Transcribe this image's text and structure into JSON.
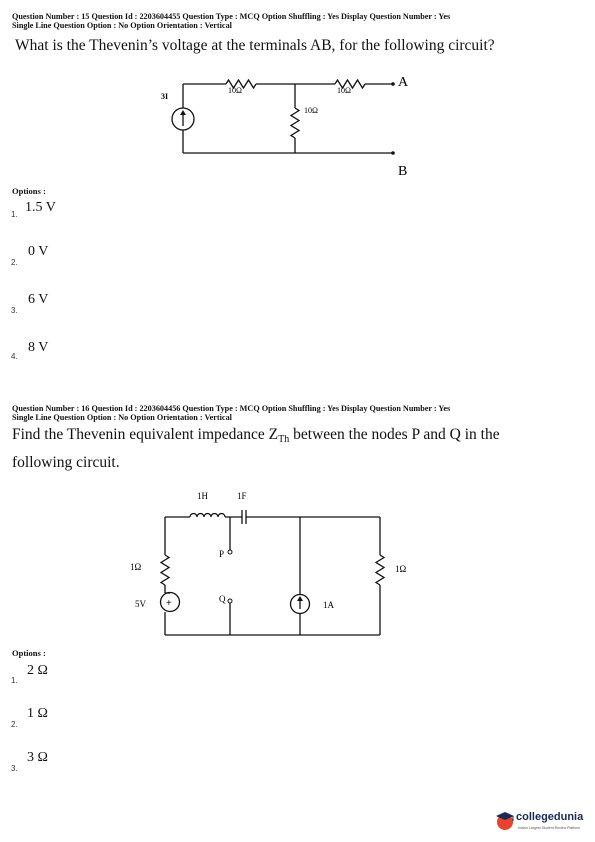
{
  "q1": {
    "meta_line1": "Question Number : 15 Question Id : 2203604455 Question Type : MCQ Option Shuffling : Yes Display Question Number : Yes",
    "meta_line2": "Single Line Question Option : No Option Orientation : Vertical",
    "question": "What is the Thevenin’s voltage at the terminals AB, for the following circuit?",
    "circuit": {
      "source_label": "3I",
      "r1": "10Ω",
      "r2": "10Ω",
      "r3": "10Ω",
      "node_a": "A",
      "node_b": "B"
    },
    "options_label": "Options :",
    "options": [
      {
        "num": "1.",
        "text": "1.5 V"
      },
      {
        "num": "2.",
        "text": "0 V"
      },
      {
        "num": "3.",
        "text": "6 V"
      },
      {
        "num": "4.",
        "text": "8 V"
      }
    ]
  },
  "q2": {
    "meta_line1": "Question Number : 16 Question Id : 2203604456 Question Type : MCQ Option Shuffling : Yes Display Question Number : Yes",
    "meta_line2": "Single Line Question Option : No Option Orientation : Vertical",
    "question_line1_pre": "Find the Thevenin equivalent impedance Z",
    "question_sub": "Th",
    "question_line1_post": " between the nodes P and Q in the",
    "question_line2": "following circuit.",
    "circuit": {
      "inductor": "1H",
      "capacitor": "1F",
      "node_p": "P",
      "node_q": "Q",
      "r_left": "1Ω",
      "r_right": "1Ω",
      "vsource": "5V",
      "isource": "1A"
    },
    "options_label": "Options :",
    "options": [
      {
        "num": "1.",
        "text": "2 Ω"
      },
      {
        "num": "2.",
        "text": "1 Ω"
      },
      {
        "num": "3.",
        "text": "3 Ω"
      }
    ]
  },
  "logo": {
    "name": "collegedunia",
    "tagline": "India's Largest Student Review Platform",
    "brand_color": "#1a2a55",
    "accent_color": "#e8432e"
  }
}
